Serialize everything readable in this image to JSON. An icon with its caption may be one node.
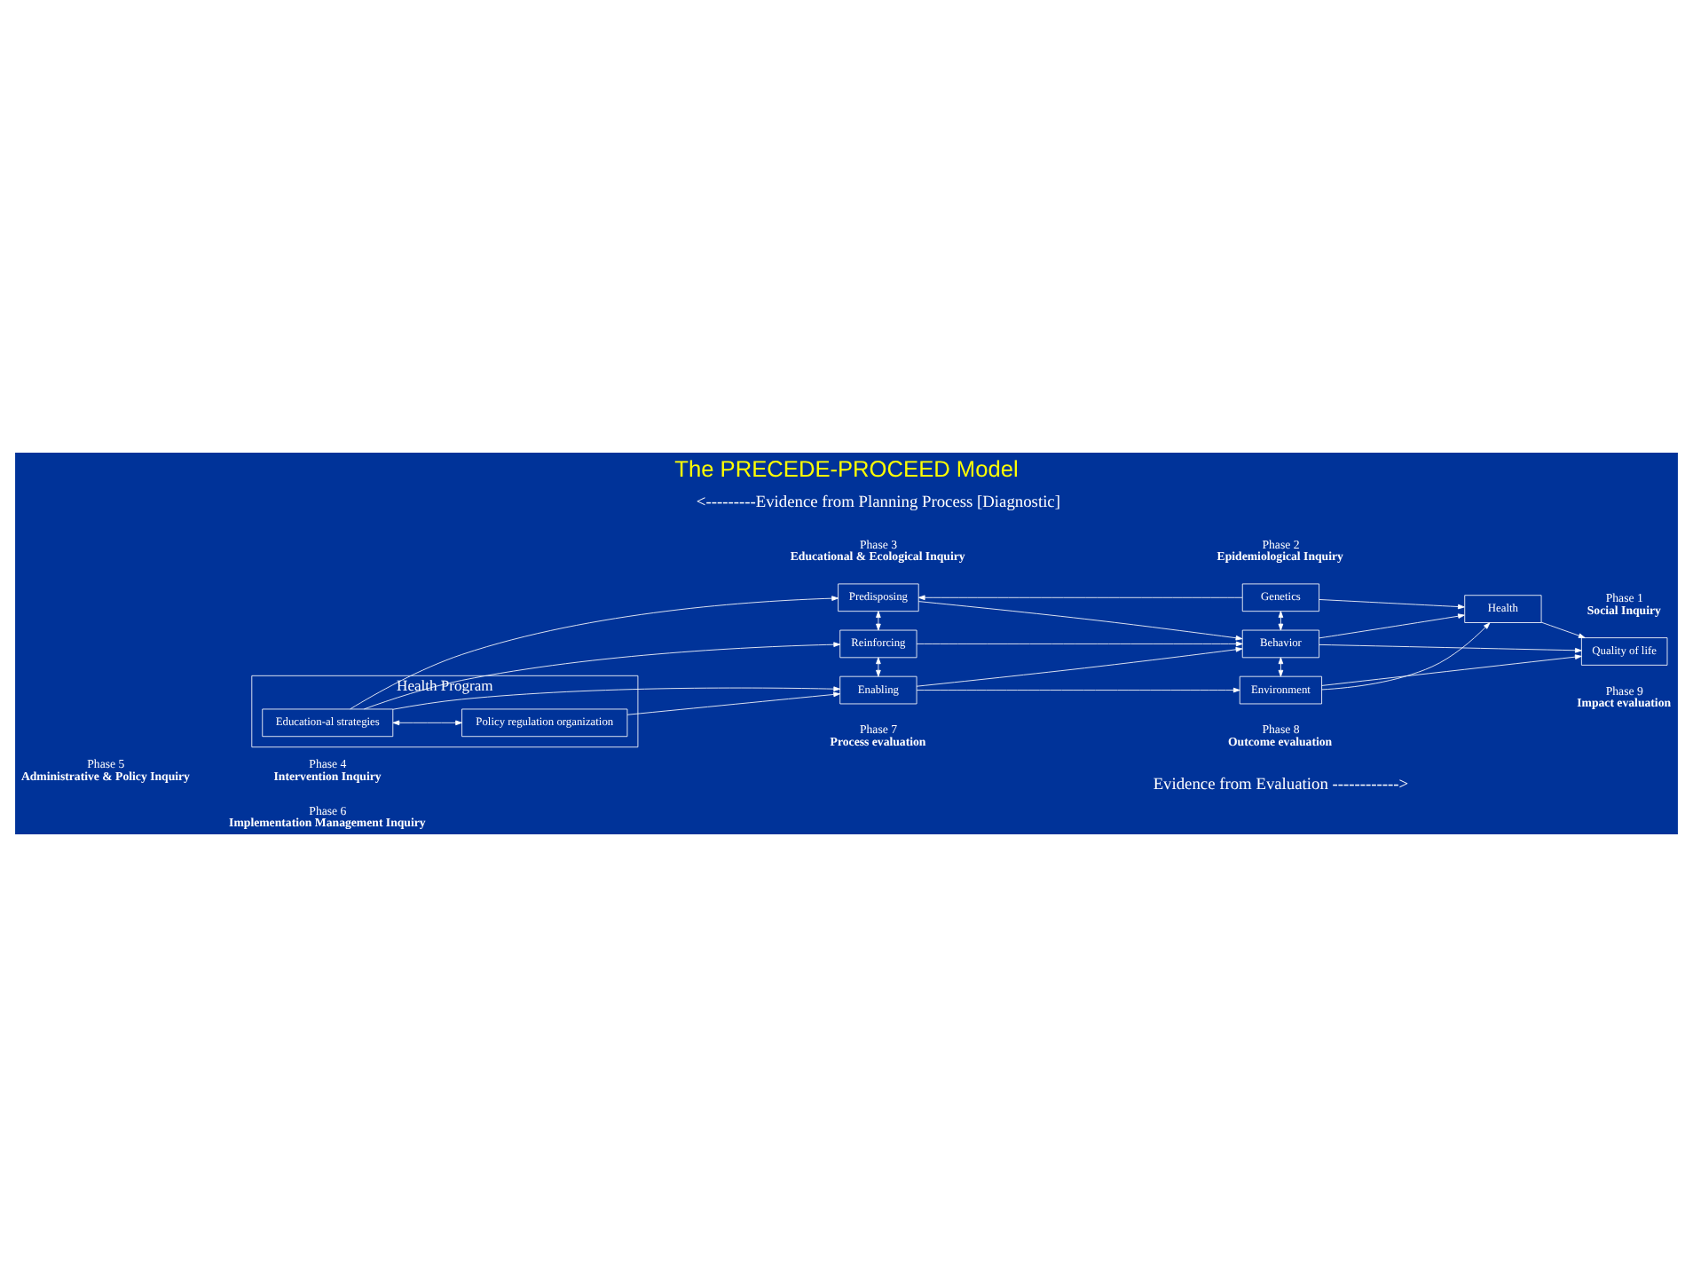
{
  "diagram": {
    "title": "The PRECEDE-PROCEED Model",
    "nodes": [
      {
        "text": [
          "Health Program"
        ]
      },
      {
        "text": [
          "Education-al strategies"
        ],
        "in": 0
      },
      {
        "text": [
          "Policy regulation organization"
        ],
        "in": 0
      },
      {
        "text": [
          "Predisposing"
        ]
      },
      {
        "text": [
          "Reinforcing"
        ]
      },
      {
        "text": [
          "Enabling"
        ]
      },
      {
        "text": [
          "Genetics"
        ]
      },
      {
        "text": [
          "Behavior"
        ]
      },
      {
        "text": [
          "Environment"
        ]
      },
      {
        "text": [
          "Health"
        ]
      },
      {
        "text": [
          "Quality of life"
        ]
      }
    ],
    "edges": [
      {
        "from": 1,
        "to": 2,
        "arrow": "both"
      },
      {
        "from": 1,
        "to": 3,
        "arrow": "to"
      },
      {
        "from": 1,
        "to": 4,
        "arrow": "to"
      },
      {
        "from": 1,
        "to": 5,
        "arrow": "to"
      },
      {
        "from": 2,
        "to": 5,
        "arrow": "to"
      },
      {
        "from": 3,
        "to": 4,
        "arrow": "both"
      },
      {
        "from": 4,
        "to": 5,
        "arrow": "both"
      },
      {
        "from": 6,
        "to": 3,
        "arrow": "to"
      },
      {
        "from": 3,
        "to": 7,
        "arrow": "to"
      },
      {
        "from": 4,
        "to": 7,
        "arrow": "to"
      },
      {
        "from": 5,
        "to": 7,
        "arrow": "to"
      },
      {
        "from": 5,
        "to": 8,
        "arrow": "to"
      },
      {
        "from": 6,
        "to": 7,
        "arrow": "both"
      },
      {
        "from": 7,
        "to": 8,
        "arrow": "both"
      },
      {
        "from": 6,
        "to": 9,
        "arrow": "to"
      },
      {
        "from": 7,
        "to": 9,
        "arrow": "to"
      },
      {
        "from": 7,
        "to": 10,
        "arrow": "to"
      },
      {
        "from": 8,
        "to": 9,
        "arrow": "to"
      },
      {
        "from": 8,
        "to": 10,
        "arrow": "to"
      },
      {
        "from": 9,
        "to": 10,
        "arrow": "to"
      }
    ],
    "labels": [
      "<---------Evidence from Planning Process [Diagnostic]",
      "Phase 4",
      "Intervention Inquiry",
      "Phase 3",
      "Educational & Ecological Inquiry",
      "Phase 2",
      "Epidemiological Inquiry",
      "Phase 1",
      "Social Inquiry",
      "Phase 5",
      "Administrative & Policy Inquiry",
      "Phase 6",
      "Implementation Management Inquiry",
      "Phase 7",
      "Process evaluation",
      "Phase 8",
      "Outcome evaluation",
      "Phase 9",
      "Impact evaluation",
      "Evidence from Evaluation ------------>"
    ]
  }
}
